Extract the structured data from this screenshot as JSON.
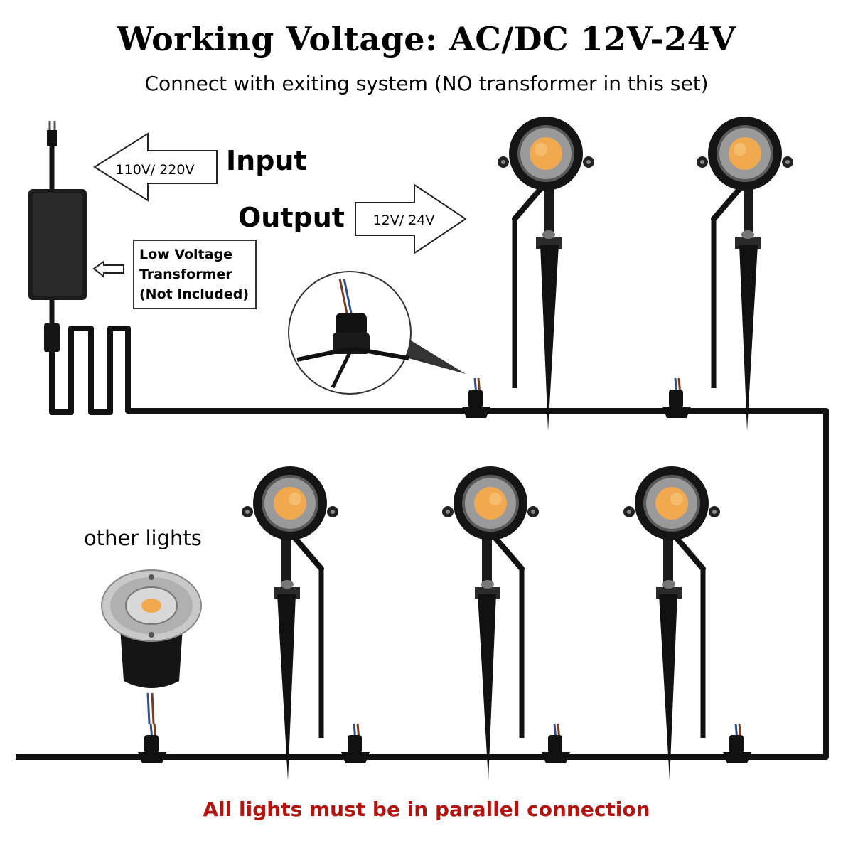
{
  "title": "Working Voltage: AC/DC 12V-24V",
  "subtitle": "Connect with exiting system (NO transformer in this set)",
  "input": {
    "label": "Input",
    "voltage": "110V/ 220V"
  },
  "output": {
    "label": "Output",
    "voltage": "12V/ 24V"
  },
  "transformer": {
    "line1": "Low Voltage",
    "line2": "Transformer",
    "line3": "(Not Included)"
  },
  "other_lights": "other lights",
  "caption": "All lights must be in parallel connection",
  "colors": {
    "caption_red": "#b3140f",
    "lamp_warm": "#f1a94f",
    "cable": "#111111",
    "wire_blue": "#2f4f8f",
    "wire_brown": "#7a3b1f"
  }
}
